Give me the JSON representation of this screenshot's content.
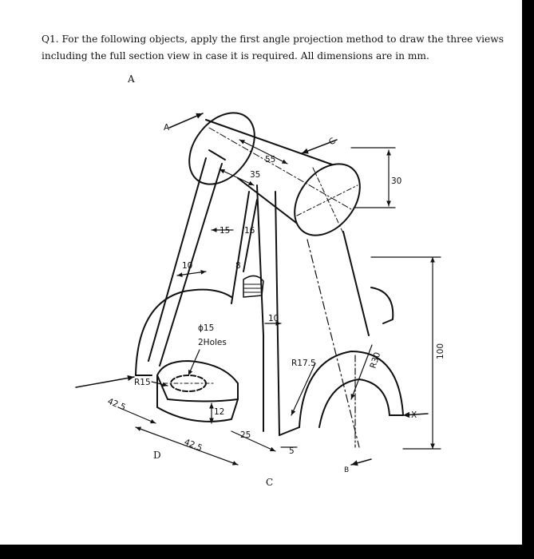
{
  "question": {
    "line1": "Q1. For the following objects, apply the first angle projection method to draw the three views",
    "line2": "including the full section view in case it is required. All dimensions are in mm."
  },
  "view_labels": {
    "a": "A",
    "c": "C",
    "d": "D"
  },
  "drawing": {
    "arrow_labels": {
      "a": "A",
      "b": "B",
      "c": "C",
      "x": "X"
    },
    "dimensions": {
      "d55": "55",
      "d35": "35",
      "d30": "30",
      "d15": "15",
      "d16": "16",
      "d10_left": "10",
      "d8": "8",
      "d10_mid": "10",
      "hole_dia": "ϕ15",
      "holes": "2Holes",
      "r15": "R15",
      "r17_5": "R17.5",
      "r30": "R30",
      "d100": "100",
      "d42_5_left": "42.5",
      "d42_5_bottom": "42.5",
      "d12": "12",
      "d25": "25",
      "d5": "5"
    }
  }
}
